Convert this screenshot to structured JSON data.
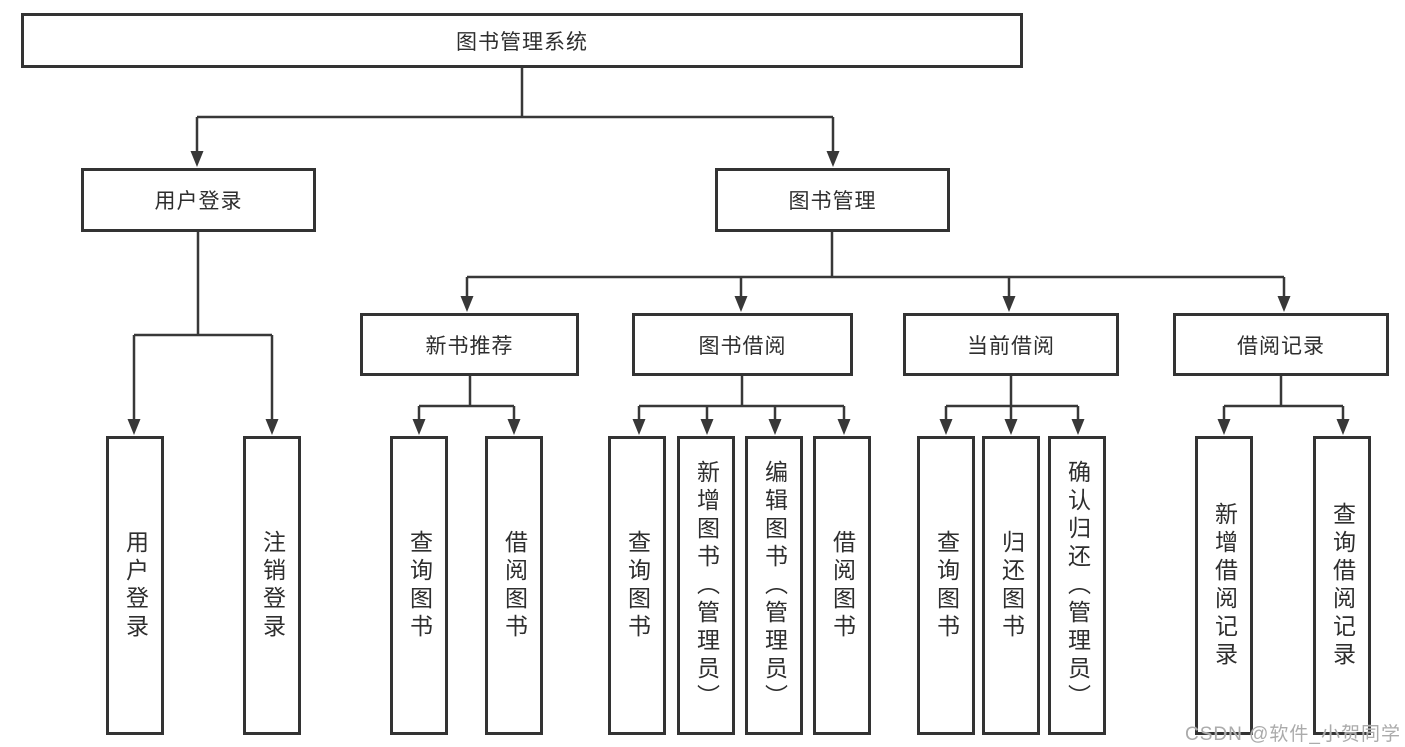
{
  "diagram_title": "图书管理系统",
  "tree": {
    "label": "图书管理系统",
    "children": [
      {
        "label": "用户登录",
        "children": [
          {
            "label": "用户登录"
          },
          {
            "label": "注销登录"
          }
        ]
      },
      {
        "label": "图书管理",
        "children": [
          {
            "label": "新书推荐",
            "children": [
              {
                "label": "查询图书"
              },
              {
                "label": "借阅图书"
              }
            ]
          },
          {
            "label": "图书借阅",
            "children": [
              {
                "label": "查询图书"
              },
              {
                "label": "新增图书（管理员）"
              },
              {
                "label": "编辑图书（管理员）"
              },
              {
                "label": "借阅图书"
              }
            ]
          },
          {
            "label": "当前借阅",
            "children": [
              {
                "label": "查询图书"
              },
              {
                "label": "归还图书"
              },
              {
                "label": "确认归还（管理员）"
              }
            ]
          },
          {
            "label": "借阅记录",
            "children": [
              {
                "label": "新增借阅记录"
              },
              {
                "label": "查询借阅记录"
              }
            ]
          }
        ]
      }
    ]
  },
  "watermark": "CSDN @软件_小贺同学",
  "colors": {
    "box_border": "#333333",
    "text": "#2e2e2e",
    "connector": "#383838",
    "watermark": "#ababab",
    "background": "#ffffff"
  }
}
